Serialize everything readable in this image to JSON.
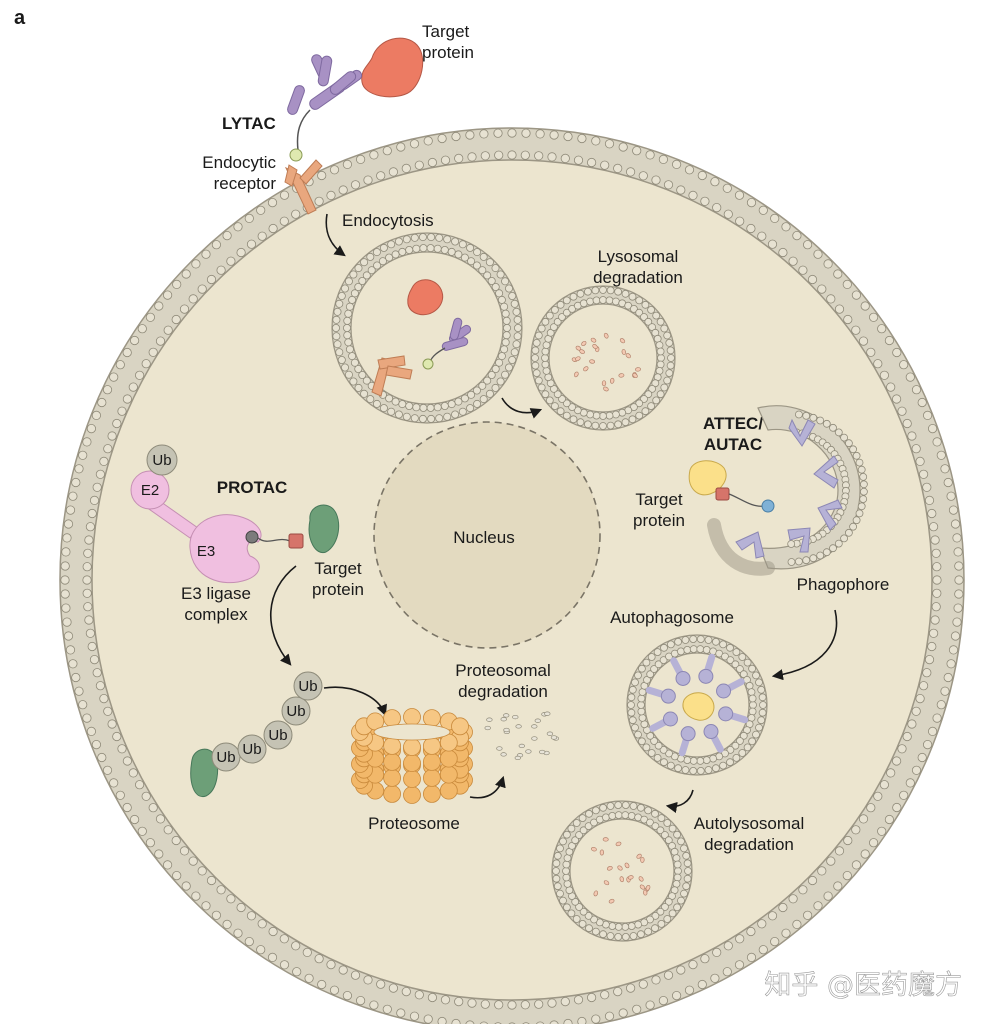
{
  "panel_label": "a",
  "lytac": {
    "title": "LYTAC",
    "target_protein": [
      "Target",
      "protein"
    ],
    "receptor": [
      "Endocytic",
      "receptor"
    ],
    "endocytosis": "Endocytosis",
    "lysosomal": [
      "Lysosomal",
      "degradation"
    ]
  },
  "attec": {
    "title": [
      "ATTEC/",
      "AUTAC"
    ],
    "target_protein": [
      "Target",
      "protein"
    ],
    "phagophore": "Phagophore",
    "autophagosome": "Autophagosome",
    "autolysosomal": [
      "Autolysosomal",
      "degradation"
    ]
  },
  "protac": {
    "title": "PROTAC",
    "e2": "E2",
    "e3": "E3",
    "ub": "Ub",
    "e3_complex": [
      "E3 ligase",
      "complex"
    ],
    "target_protein": [
      "Target",
      "protein"
    ],
    "proteosome": "Proteosome",
    "proteosomal": [
      "Proteosomal",
      "degradation"
    ]
  },
  "nucleus": "Nucleus",
  "watermark": "知乎 @医药魔方",
  "colors": {
    "cytoplasm": "#ece5cf",
    "membrane_head": "#d9d4c3",
    "nucleus": "#e3dac0",
    "lytac_target": "#ec7b63",
    "antibody": "#a891c4",
    "receptor": "#e9a77e",
    "protac_target": "#6d9f78",
    "e3_ligase": "#f0bfe0",
    "ubiquitin": "#c5c3b4",
    "proteosome": "#f2b86a",
    "attec_target": "#fbe08a",
    "phagophore_receptor": "#b6b2d6"
  }
}
